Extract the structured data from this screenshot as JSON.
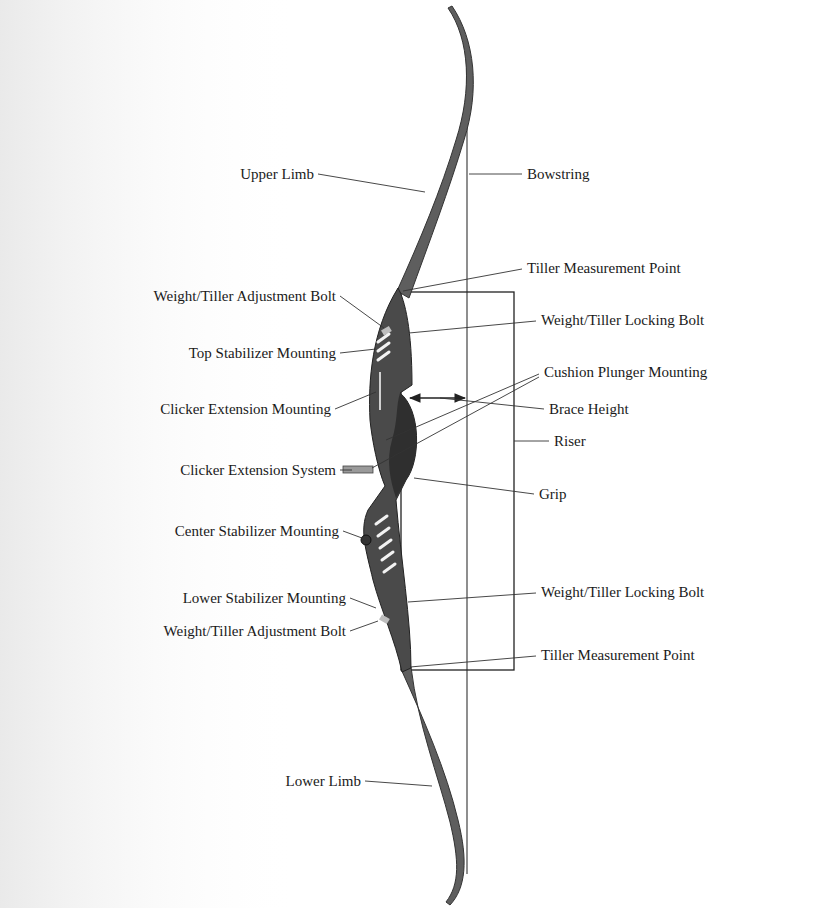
{
  "diagram": {
    "labels": [
      "Upper Limb",
      "Weight/Tiller Adjustment Bolt",
      "Top Stabilizer Mounting",
      "Clicker Extension Mounting",
      "Clicker Extension System",
      "Center Stabilizer Mounting",
      "Lower Stabilizer Mounting",
      "Weight/Tiller Adjustment Bolt",
      "Lower Limb",
      "Bowstring",
      "Tiller Measurement Point",
      "Weight/Tiller Locking Bolt",
      "Cushion Plunger Mounting",
      "Brace Height",
      "Riser",
      "Grip",
      "Weight/Tiller Locking Bolt",
      "Tiller Measurement Point"
    ]
  }
}
